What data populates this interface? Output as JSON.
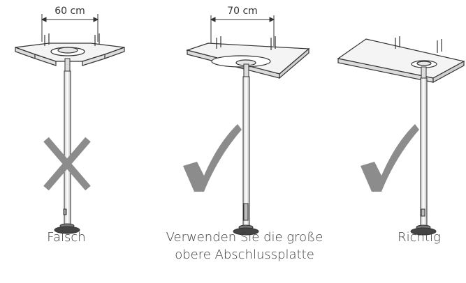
{
  "panels": [
    {
      "dimension": "60 cm",
      "caption": "Falsch",
      "verdict": "cross-mark-icon"
    },
    {
      "dimension": "70 cm",
      "caption_line1": "Verwenden Sie die große",
      "caption_line2": "obere Abschlussplatte",
      "verdict": "check-mark-icon"
    },
    {
      "caption": "Richtig",
      "verdict": "check-mark-icon"
    }
  ],
  "colors": {
    "line": "#333333",
    "mark": "#8c8c8c",
    "plate": "#f4f4f4"
  }
}
